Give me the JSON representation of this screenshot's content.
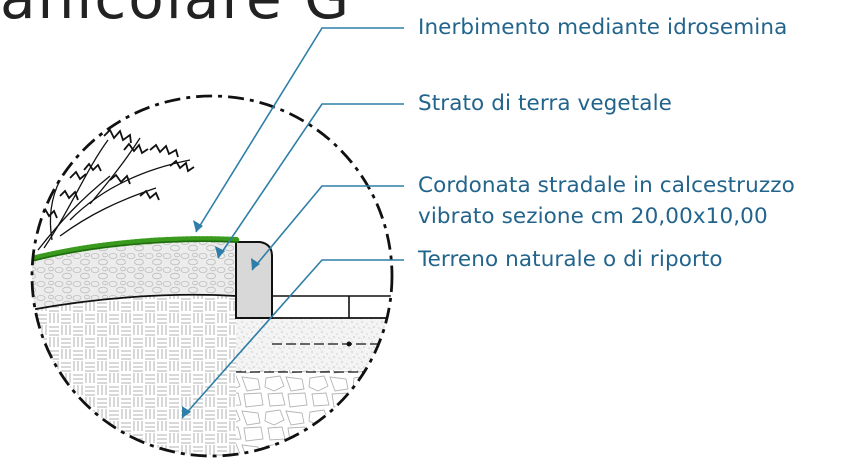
{
  "colors": {
    "label_text": "#22648c",
    "leader_line": "#2f7ea8",
    "outline": "#111111",
    "grass": "#3a9a1e",
    "vegetal_soil": "#e6e6e6",
    "natural_soil_hatch": "#9a9a9a",
    "curb_fill": "#d7d7d7"
  },
  "title_fragment": "anicolare G",
  "labels": {
    "hydroseeding": "Inerbimento mediante idrosemina",
    "topsoil": "Strato di terra vegetale",
    "curb_line1": "Cordonata stradale in calcestruzzo",
    "curb_line2": "vibrato sezione cm 20,00x10,00",
    "natural_ground": "Terreno naturale o di riporto"
  },
  "icons": {
    "tree": "tree-sketch-icon"
  }
}
